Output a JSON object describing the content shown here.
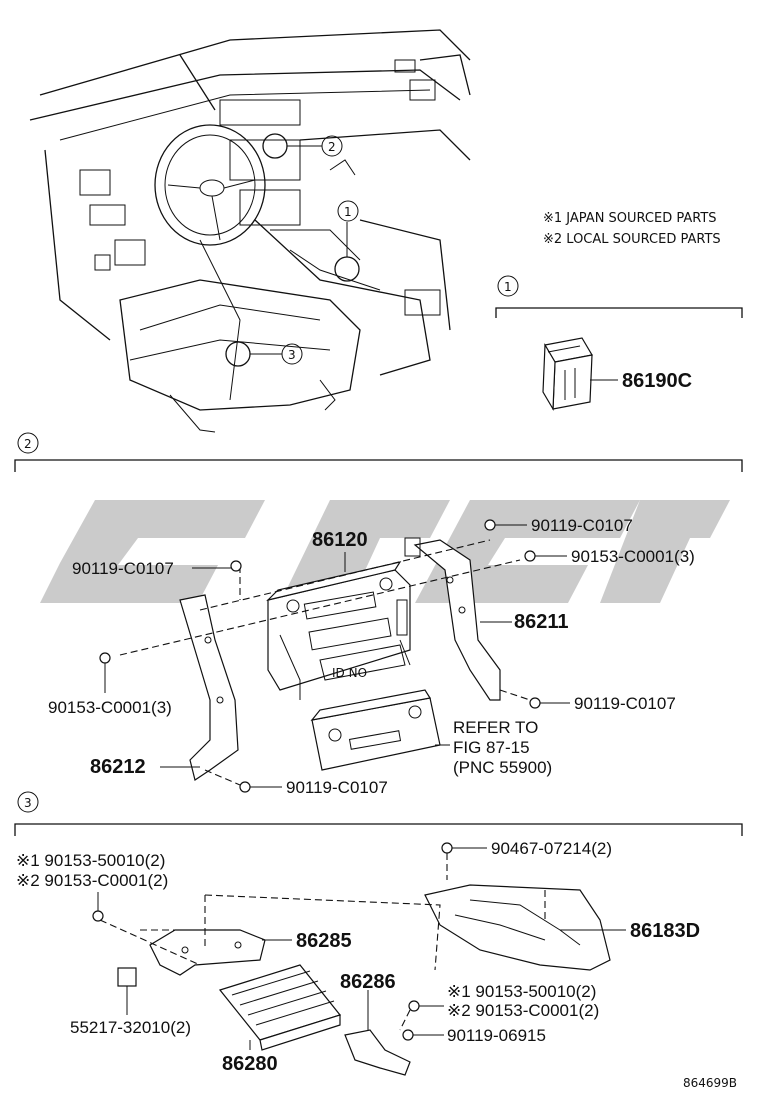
{
  "notes": [
    "※1 JAPAN SOURCED PARTS",
    "※2 LOCAL SOURCED PARTS"
  ],
  "sections": {
    "s1": {
      "marker": "1",
      "parts": [
        "86190C"
      ]
    },
    "s2": {
      "marker": "2",
      "labels": {
        "p86120": "86120",
        "p86211": "86211",
        "p86212": "86212",
        "bolt_tr": "90119-C0107",
        "bolt_tl": "90119-C0107",
        "bolt_r2": "90153-C0001(3)",
        "bolt_l": "90153-C0001(3)",
        "bolt_rb": "90119-C0107",
        "bolt_lb": "90119-C0107",
        "idno": "ID NO",
        "refer1": "REFER TO",
        "refer2": "FIG 87-15",
        "refer3": "(PNC 55900)"
      }
    },
    "s3": {
      "marker": "3",
      "labels": {
        "a1": "※1 90153-50010(2)",
        "a2": "※2 90153-C0001(2)",
        "p86285": "86285",
        "p55217": "55217-32010(2)",
        "p86280": "86280",
        "p86286": "86286",
        "p90467": "90467-07214(2)",
        "p86183D": "86183D",
        "b1": "※1 90153-50010(2)",
        "b2": "※2 90153-C0001(2)",
        "b3": "90119-06915"
      }
    }
  },
  "overview_callouts": [
    "2",
    "1",
    "3"
  ],
  "diagram_id": "864699B"
}
